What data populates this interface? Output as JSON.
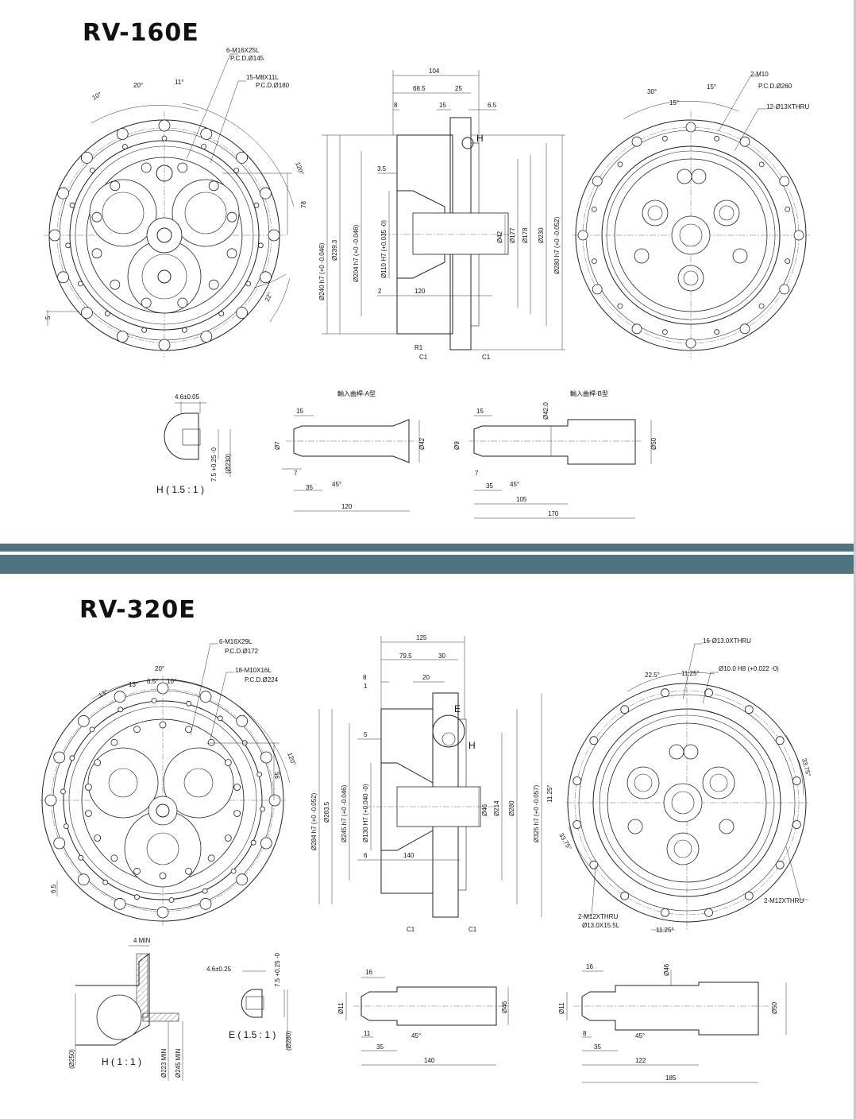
{
  "rv160": {
    "title": "RV-160E",
    "front": {
      "c1": "6-M16X25L",
      "c2": "P.C.D.Ø145",
      "c3": "15-M8X11L",
      "c4": "P.C.D.Ø180",
      "a10": "10°",
      "a20": "20°",
      "a11": "11°",
      "a120": "120°",
      "a22": "22°",
      "d78": "78",
      "d5": "5"
    },
    "side": {
      "d104": "104",
      "d685": "68.5",
      "d25": "25",
      "d8": "8",
      "d15": "15",
      "d65": "6.5",
      "d35": "3.5",
      "d2": "2",
      "d120": "120",
      "H": "H",
      "r1": "R1",
      "c1a": "C1",
      "c1b": "C1",
      "phi240": "Ø240 h7 (+0 -0.046)",
      "phi2393": "Ø239.3",
      "phi204": "Ø204 h7 (+0 -0.046)",
      "phi110": "Ø110 H7 (+0.035 -0)",
      "phi42": "Ø42",
      "phi177": "Ø177",
      "phi178": "Ø178",
      "phi230": "Ø230",
      "phi280": "Ø280 h7 (+0 -0.052)"
    },
    "rear": {
      "a30": "30°",
      "a15a": "15°",
      "a15b": "15°",
      "c1": "2-M10",
      "c2": "P.C.D.Ø260",
      "c3": "12-Ø13XTHRU"
    },
    "detail": {
      "w": "4.6±0.05",
      "d": "7.5 +0.25 -0",
      "p": "(Ø230)",
      "cap": "H ( 1.5 : 1 )"
    },
    "shaftA": {
      "cap": "輸入曲桿-A型",
      "d15": "15",
      "d7": "Ø7",
      "d7b": "7",
      "d35": "35",
      "a45": "45°",
      "d42": "Ø42",
      "d120": "120"
    },
    "shaftB": {
      "cap": "輸入曲桿-B型",
      "d15": "15",
      "d9": "Ø9",
      "d7": "7",
      "d35": "35",
      "a45": "45°",
      "d420": "Ø42.0",
      "d50": "Ø50",
      "d105": "105",
      "d170": "170"
    }
  },
  "rv320": {
    "title": "RV-320E",
    "front": {
      "c1": "6-M16X29L",
      "c2": "P.C.D.Ø172",
      "c3": "18-M10X16L",
      "c4": "P.C.D.Ø224",
      "a20": "20°",
      "a13a": "13°",
      "a13b": "13°",
      "a65": "6.5°",
      "a10": "10°",
      "a120": "120°",
      "d95": "95",
      "d65": "6.5"
    },
    "side": {
      "d125": "125",
      "d795": "79.5",
      "d30": "30",
      "d8": "8",
      "d1": "1",
      "d20": "20",
      "d5": "5",
      "d6": "6",
      "d140": "140",
      "E": "E",
      "H": "H",
      "c1a": "C1",
      "c1b": "C1",
      "phi284": "Ø284 h7 (+0 -0.052)",
      "phi2835": "Ø283.5",
      "phi245": "Ø245 h7 (+0 -0.046)",
      "phi130": "Ø130 H7 (+0.040 -0)",
      "phi46": "Ø46",
      "phi214": "Ø214",
      "phi280": "Ø280",
      "phi325": "Ø325 h7 (+0 -0.057)"
    },
    "rear": {
      "c1": "16-Ø13.0XTHRU",
      "c2": "Ø10.0 H8 (+0.022 -0)",
      "a225": "22.5°",
      "a1125a": "11.25°",
      "a1125b": "11.25°",
      "a3375a": "33.75°",
      "a3375b": "33.75°",
      "a1125c": "11.25°",
      "c3": "2-M12XTHRU",
      "c4": "Ø13.0X15.5L",
      "c5": "2-M12XTHRU"
    },
    "detailH": {
      "min4": "4 MIN",
      "p250": "(Ø250)",
      "p223": "Ø223 MIN",
      "p245": "Ø245 MIN",
      "cap": "H ( 1 : 1 )"
    },
    "detailE": {
      "w": "4.6±0.25",
      "d": "7.5 +0.25 -0",
      "p": "(Ø280)",
      "cap": "E ( 1.5 : 1 )"
    },
    "shaftA": {
      "d16": "16",
      "d11": "Ø11",
      "d11b": "11",
      "d35": "35",
      "a45": "45°",
      "d46": "Ø46",
      "d140": "140"
    },
    "shaftB": {
      "d16": "16",
      "d11": "Ø11",
      "d8": "8",
      "d35": "35",
      "a45": "45°",
      "d46": "Ø46",
      "d50": "Ø50",
      "d122": "122",
      "d185": "185"
    }
  }
}
